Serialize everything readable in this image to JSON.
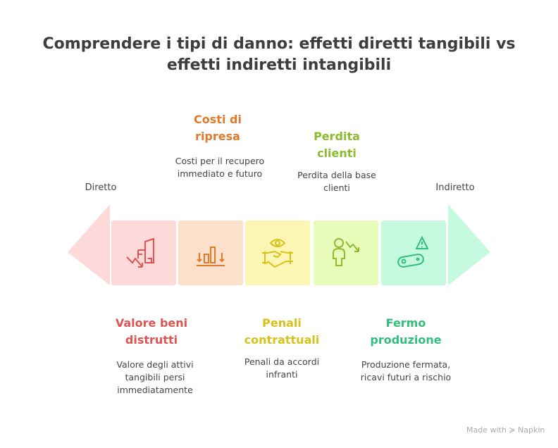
{
  "title_line1": "Comprendere i tipi di danno: effetti diretti tangibili vs",
  "title_line2": "effetti indiretti intangibili",
  "axis": {
    "left": "Diretto",
    "right": "Indiretto"
  },
  "items": [
    {
      "title": "Valore beni distrutti",
      "desc": "Valore degli attivi tangibili persi immediatamente",
      "icon": "building-decline-icon",
      "color": "#e05353",
      "bg": "#fdd9d9"
    },
    {
      "title": "Costi di ripresa",
      "desc": "Costi per il recupero immediato e futuro",
      "icon": "bar-chart-down-icon",
      "color": "#e07b2c",
      "bg": "#fde0cc"
    },
    {
      "title": "Penali contrattuali",
      "desc": "Penali da accordi infranti",
      "icon": "handshake-eye-icon",
      "color": "#d8c21a",
      "bg": "#fdf5b3"
    },
    {
      "title": "Perdita clienti",
      "desc": "Perdita della base clienti",
      "icon": "person-decline-icon",
      "color": "#8cbb2e",
      "bg": "#e9fbb8"
    },
    {
      "title": "Fermo produzione",
      "desc": "Produzione fermata, ricavi futuri a rischio",
      "icon": "conveyor-warning-icon",
      "color": "#2fbf7a",
      "bg": "#c6fae0"
    }
  ],
  "footer": "Made with ≽ Napkin"
}
